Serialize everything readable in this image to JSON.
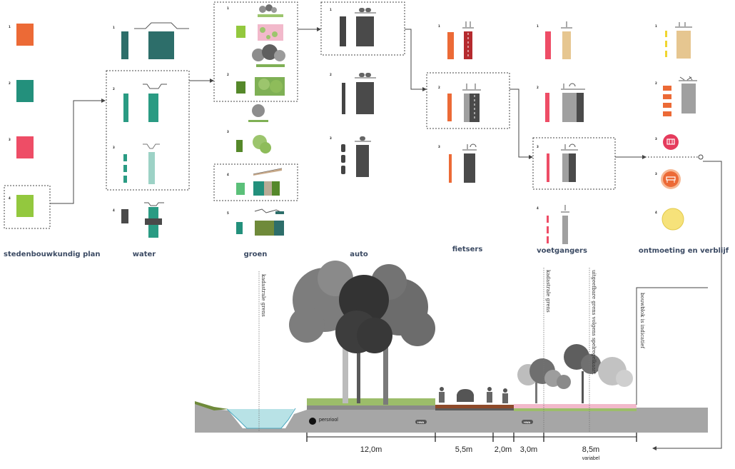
{
  "columns": {
    "plan": "stedenbouwkundig plan",
    "water": "water",
    "groen": "groen",
    "auto": "auto",
    "fietsers": "fietsers",
    "voetgangers": "voetgangers",
    "ontmoeting": "ontmoeting en verblijf"
  },
  "option_numbers": {
    "one": "1",
    "two": "2",
    "three": "3",
    "four": "4",
    "five": "5"
  },
  "section": {
    "labels": {
      "kadastrale_left": "kadastrale grens",
      "kadastrale_right": "kadastrale grens",
      "uitgeefbare": "uitgeefbare grens volgens spelregelkaart",
      "bouwblok": "bouwblok is indicatief",
      "persriool": "persriool",
      "hwa_1": "HWA",
      "hwa_2": "HWA"
    },
    "dimensions": [
      {
        "value": "12,0m"
      },
      {
        "value": "5,5m"
      },
      {
        "value": "2,0m"
      },
      {
        "value": "3,0m"
      },
      {
        "value": "8,5m",
        "sub": "variabel"
      }
    ]
  },
  "colors": {
    "orange": "#ec6a36",
    "teal": "#23907c",
    "pink": "#ee4d66",
    "lime": "#93c83e",
    "dark_teal": "#2d6e6a",
    "dark_gray": "#4a4a4a",
    "mid_gray": "#a0a0a0",
    "tan": "#e6c690",
    "red": "#b52a2e",
    "yellow": "#f0de6e"
  }
}
